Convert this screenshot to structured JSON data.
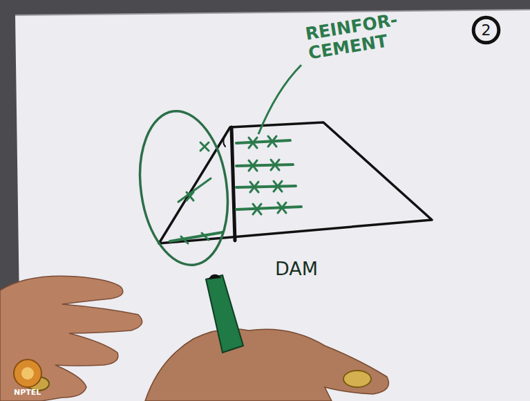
{
  "diagram": {
    "nodes": [
      {
        "text": [
          "2"
        ]
      }
    ],
    "labels": [
      "REINFOR- CEMENT",
      "DAM",
      "NPTEL"
    ]
  }
}
